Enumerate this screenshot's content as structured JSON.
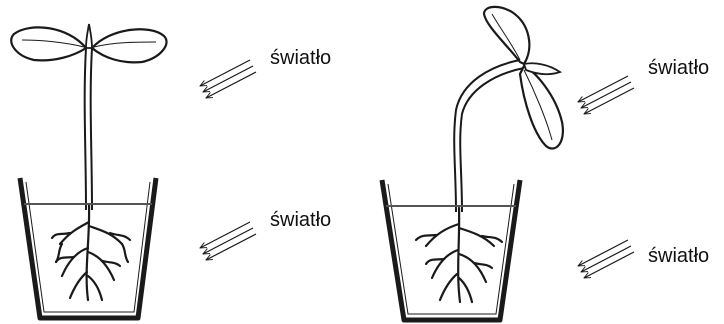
{
  "labels": {
    "left_top": "światło",
    "left_bottom": "światło",
    "right_top": "światło",
    "right_bottom": "światło"
  },
  "colors": {
    "ink": "#1a1a1a",
    "water_line": "#555555",
    "background": "#ffffff"
  }
}
